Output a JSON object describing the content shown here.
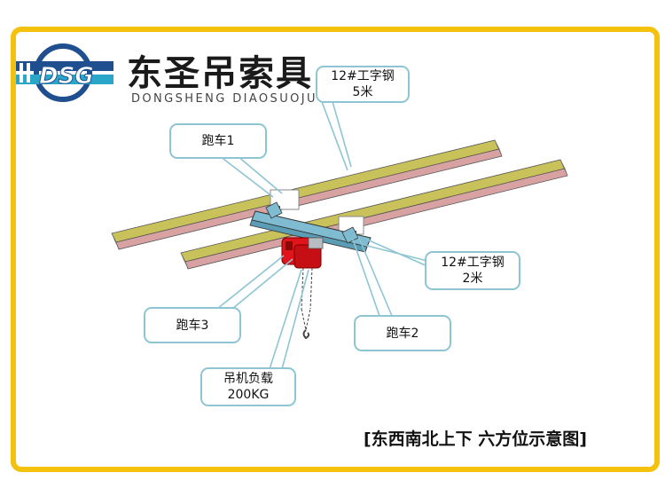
{
  "logo": {
    "icon": "dsg-logo-icon",
    "name_cn": "东圣吊索具",
    "name_en": "DONGSHENG DIAOSUOJU"
  },
  "callouts": {
    "beam_long": {
      "line1": "12#工字钢",
      "line2": "5米"
    },
    "trolley_1": {
      "line1": "跑车1"
    },
    "beam_short": {
      "line1": "12#工字钢",
      "line2": "2米"
    },
    "trolley_3": {
      "line1": "跑车3"
    },
    "trolley_2": {
      "line1": "跑车2"
    },
    "hoist_load": {
      "line1": "吊机负载",
      "line2": "200KG"
    }
  },
  "caption": "[东西南北上下 六方位示意图]",
  "colors": {
    "frame": "#f4c20d",
    "callout_border": "#8ec5d3",
    "beam_web": "#d9a2a2",
    "beam_flange": "#c9c25a",
    "cross_beam": "#7fbcd2",
    "hoist": "#e0151b",
    "logo_blue": "#1f4f8f"
  }
}
